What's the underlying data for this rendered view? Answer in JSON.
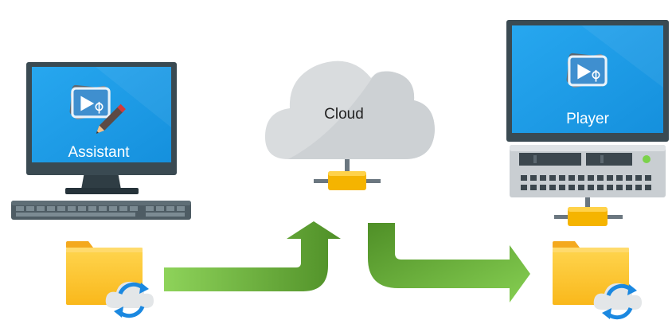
{
  "assistant": {
    "label": "Assistant"
  },
  "cloud": {
    "label": "Cloud"
  },
  "player": {
    "label": "Player"
  },
  "colors": {
    "screen_blue": "#1e9be6",
    "monitor_frame": "#3a4a52",
    "cloud_grey": "#d9dcde",
    "connector_orange": "#f5b400",
    "arrow_green": "#6fbf3b",
    "folder_yellow": "#fbc02d",
    "sync_blue": "#1b88e0"
  },
  "icons": [
    "desktop-computer-icon",
    "keyboard-icon",
    "app-logo-icon",
    "pen-icon",
    "cloud-icon",
    "network-connector-icon",
    "server-icon",
    "sync-folder-icon",
    "flow-arrow-icon"
  ]
}
